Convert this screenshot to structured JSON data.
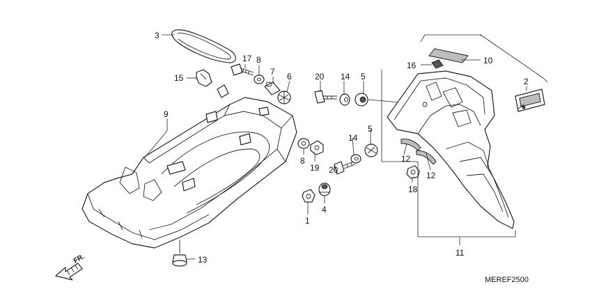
{
  "callouts": {
    "c1": "1",
    "c2": "2",
    "c3": "3",
    "c4": "4",
    "c5a": "5",
    "c5b": "5",
    "c6": "6",
    "c7": "7",
    "c8a": "8",
    "c8b": "8",
    "c9": "9",
    "c10": "10",
    "c11": "11",
    "c12a": "12",
    "c12b": "12",
    "c13": "13",
    "c14a": "14",
    "c14b": "14",
    "c15": "15",
    "c16": "16",
    "c17": "17",
    "c18": "18",
    "c19": "19",
    "c20a": "20",
    "c20b": "20"
  },
  "direction_label": "FR.",
  "diagram_code": "MEREF2500"
}
